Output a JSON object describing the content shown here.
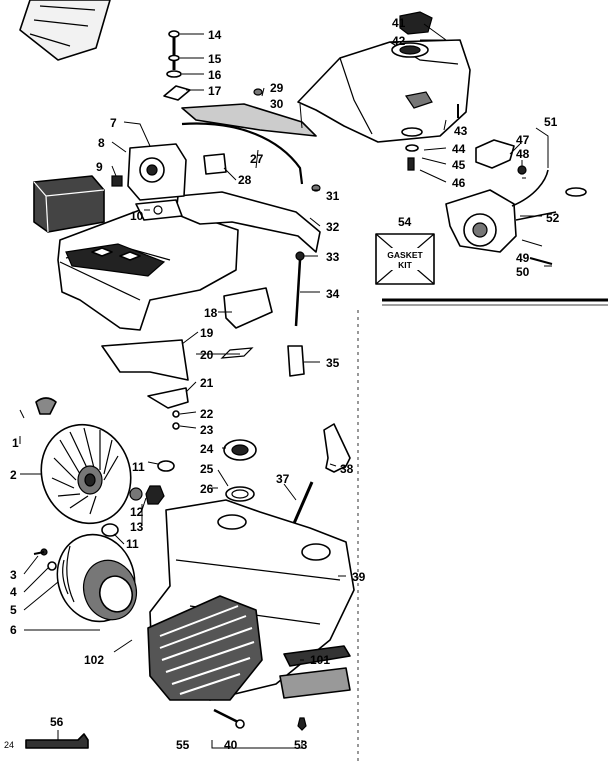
{
  "page_number": "24",
  "gasket_kit": {
    "line1": "GASKET",
    "line2": "KIT"
  },
  "callouts": [
    "14",
    "15",
    "16",
    "17",
    "29",
    "30",
    "7",
    "8",
    "27",
    "9",
    "28",
    "31",
    "10",
    "32",
    "33",
    "34",
    "18",
    "19",
    "20",
    "35",
    "21",
    "1",
    "22",
    "23",
    "24",
    "11",
    "38",
    "2",
    "25",
    "37",
    "26",
    "12",
    "13",
    "11",
    "3",
    "39",
    "4",
    "5",
    "6",
    "102",
    "101",
    "56",
    "55",
    "40",
    "53",
    "41",
    "42",
    "43",
    "44",
    "45",
    "46",
    "47",
    "51",
    "48",
    "54",
    "52",
    "49",
    "50"
  ]
}
